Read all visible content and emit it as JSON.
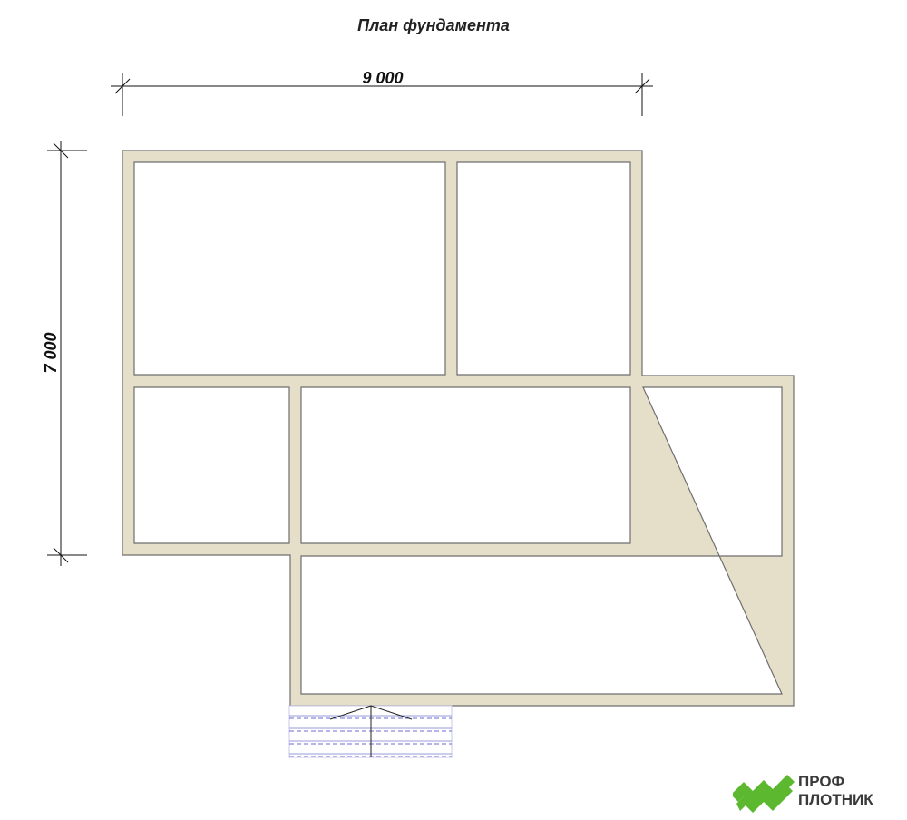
{
  "title": "План фундамента",
  "dimensions": {
    "width_label": "9 000",
    "height_label": "7 000"
  },
  "brand": {
    "line1": "ПРОФ",
    "line2": "ПЛОТНИК",
    "accent_color": "#5cb82f"
  },
  "colors": {
    "foundation_fill": "#e5dfc9",
    "foundation_stroke": "#6e6e6e",
    "stair_lines": "#6b6bd6"
  }
}
